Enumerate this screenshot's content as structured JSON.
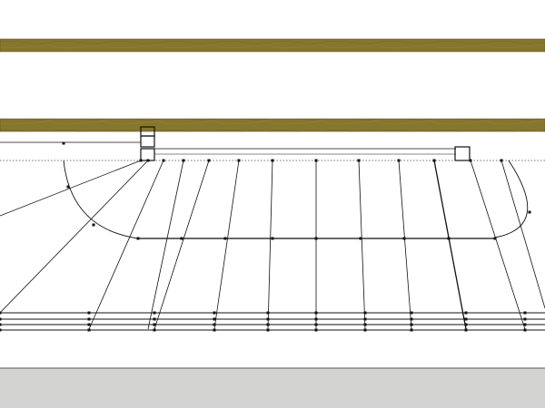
{
  "scene": {
    "background_color": "#ffffff",
    "floor_color": "#d3d3d1",
    "floor_edge_color": "#555555",
    "wood_color": "#86762e",
    "wood_dark_color": "#6a5c1e",
    "line_color": "#111111",
    "dotted_color": "#444444"
  },
  "beams": [
    {
      "name": "upper-wood-beam",
      "material": "wood"
    },
    {
      "name": "lower-wood-beam",
      "material": "wood"
    }
  ],
  "fan_layout": {
    "spoke_count": 13,
    "rail_count": 3,
    "style": "wireframe"
  }
}
